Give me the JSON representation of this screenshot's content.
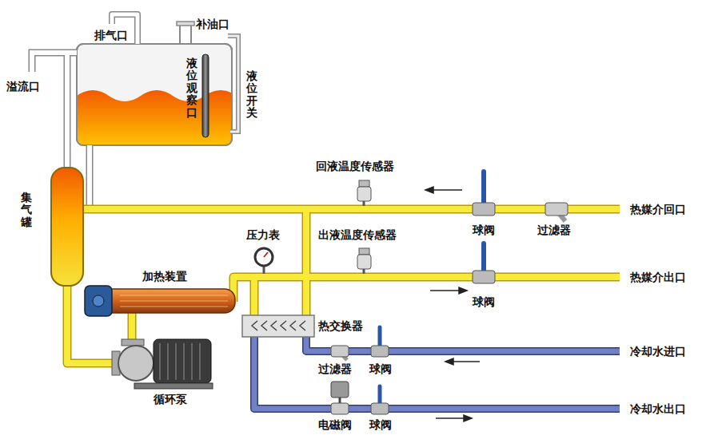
{
  "diagram": {
    "labels": [
      "排气口",
      "补油口",
      "溢流口",
      "液位观察口",
      "液位开关",
      "集气罐",
      "回液温度传感器",
      "球阀",
      "过滤器",
      "热媒介回口",
      "压力表",
      "出液温度传感器",
      "球阀",
      "热媒介出口",
      "加热装置",
      "热交换器",
      "冷却水进口",
      "过滤器",
      "球阀",
      "冷却水出口",
      "电磁阀",
      "球阀",
      "循环泵"
    ]
  }
}
